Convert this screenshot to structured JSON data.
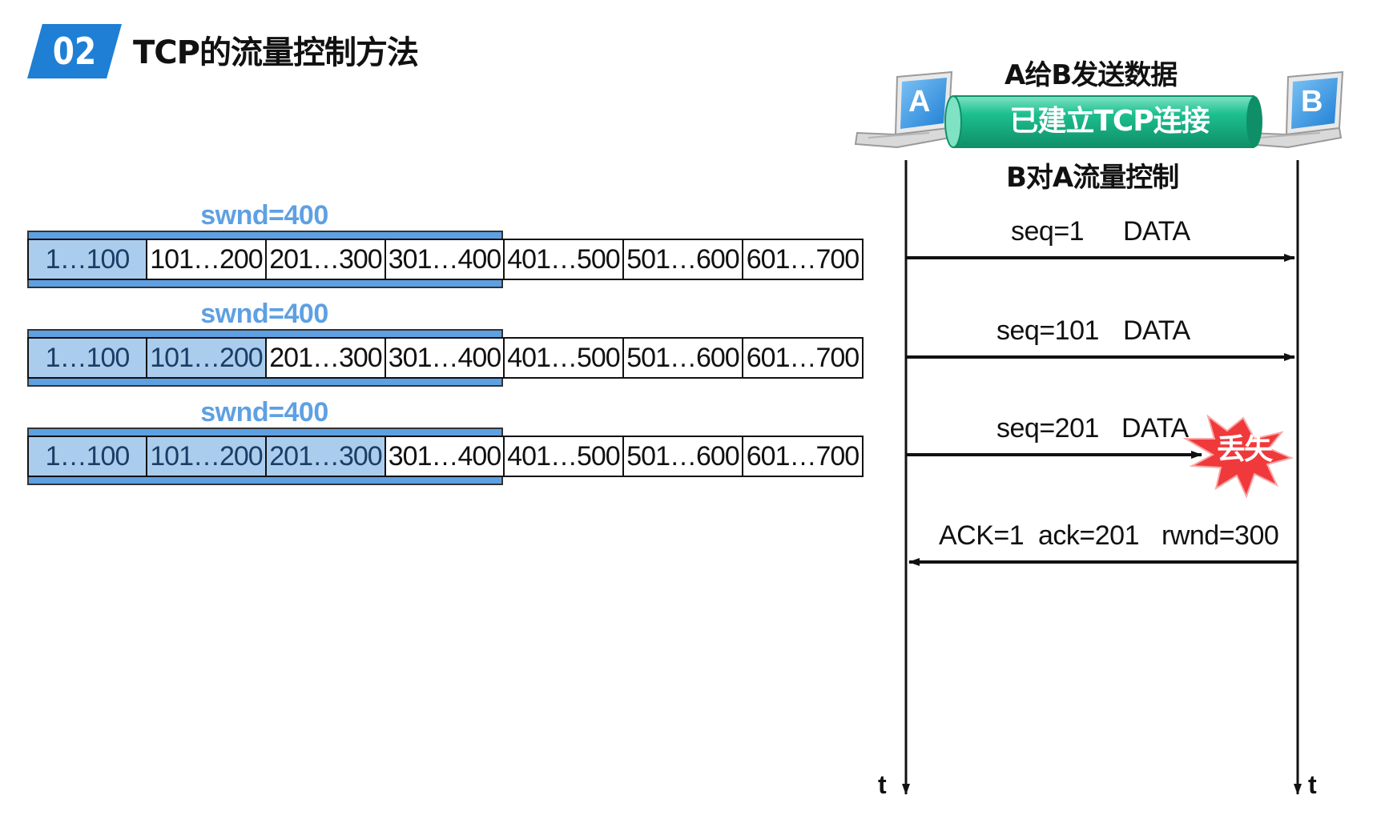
{
  "header": {
    "badge": "02",
    "title": "TCP的流量控制方法"
  },
  "windows": [
    {
      "swnd_label": "swnd=400",
      "cells": [
        {
          "label": "1…100",
          "state": "sent"
        },
        {
          "label": "101…200",
          "state": "window"
        },
        {
          "label": "201…300",
          "state": "window"
        },
        {
          "label": "301…400",
          "state": "window"
        },
        {
          "label": "401…500",
          "state": "outside"
        },
        {
          "label": "501…600",
          "state": "outside"
        },
        {
          "label": "601…700",
          "state": "outside"
        }
      ]
    },
    {
      "swnd_label": "swnd=400",
      "cells": [
        {
          "label": "1…100",
          "state": "sent"
        },
        {
          "label": "101…200",
          "state": "sent"
        },
        {
          "label": "201…300",
          "state": "window"
        },
        {
          "label": "301…400",
          "state": "window"
        },
        {
          "label": "401…500",
          "state": "outside"
        },
        {
          "label": "501…600",
          "state": "outside"
        },
        {
          "label": "601…700",
          "state": "outside"
        }
      ]
    },
    {
      "swnd_label": "swnd=400",
      "cells": [
        {
          "label": "1…100",
          "state": "sent"
        },
        {
          "label": "101…200",
          "state": "sent"
        },
        {
          "label": "201…300",
          "state": "sent"
        },
        {
          "label": "301…400",
          "state": "window"
        },
        {
          "label": "401…500",
          "state": "outside"
        },
        {
          "label": "501…600",
          "state": "outside"
        },
        {
          "label": "601…700",
          "state": "outside"
        }
      ]
    }
  ],
  "diagram": {
    "host_a": "A",
    "host_b": "B",
    "title_top": "A给B发送数据",
    "connection_label": "已建立TCP连接",
    "title_bottom": "B对A流量控制",
    "messages": [
      {
        "seq": "seq=1",
        "kind": "DATA",
        "direction": "A-to-B"
      },
      {
        "seq": "seq=101",
        "kind": "DATA",
        "direction": "A-to-B"
      },
      {
        "seq": "seq=201",
        "kind": "DATA",
        "direction": "A-to-B",
        "lost": true
      }
    ],
    "lost_label": "丢失",
    "ack": {
      "flag": "ACK=1",
      "ack": "ack=201",
      "rwnd": "rwnd=300",
      "direction": "B-to-A"
    },
    "time_label_a": "t",
    "time_label_b": "t"
  },
  "colors": {
    "badge": "#1f7fd4",
    "window_blue": "#5ea0e2",
    "sent_fill": "#aacdee",
    "tube_green": "#1dbf8f",
    "lost_red": "#f0393b"
  }
}
